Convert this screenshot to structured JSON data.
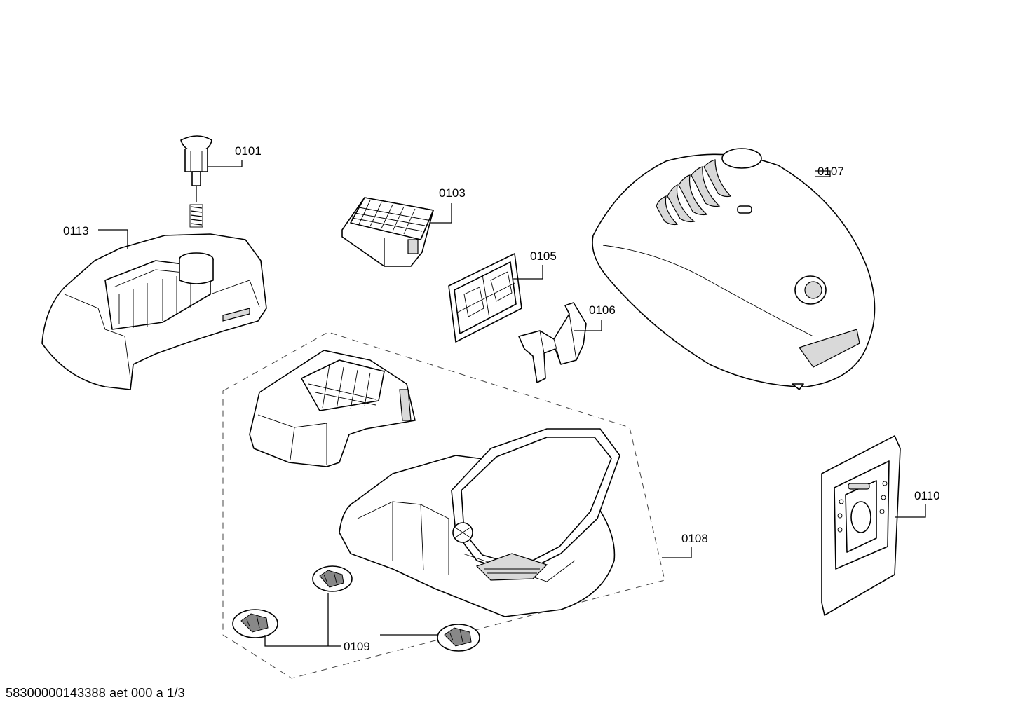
{
  "labels": {
    "p0101": "0101",
    "p0103": "0103",
    "p0105": "0105",
    "p0106": "0106",
    "p0107": "0107",
    "p0108": "0108",
    "p0109": "0109",
    "p0110": "0110",
    "p0113": "0113"
  },
  "footer": "58300000143388 aet 000 a 1/3"
}
